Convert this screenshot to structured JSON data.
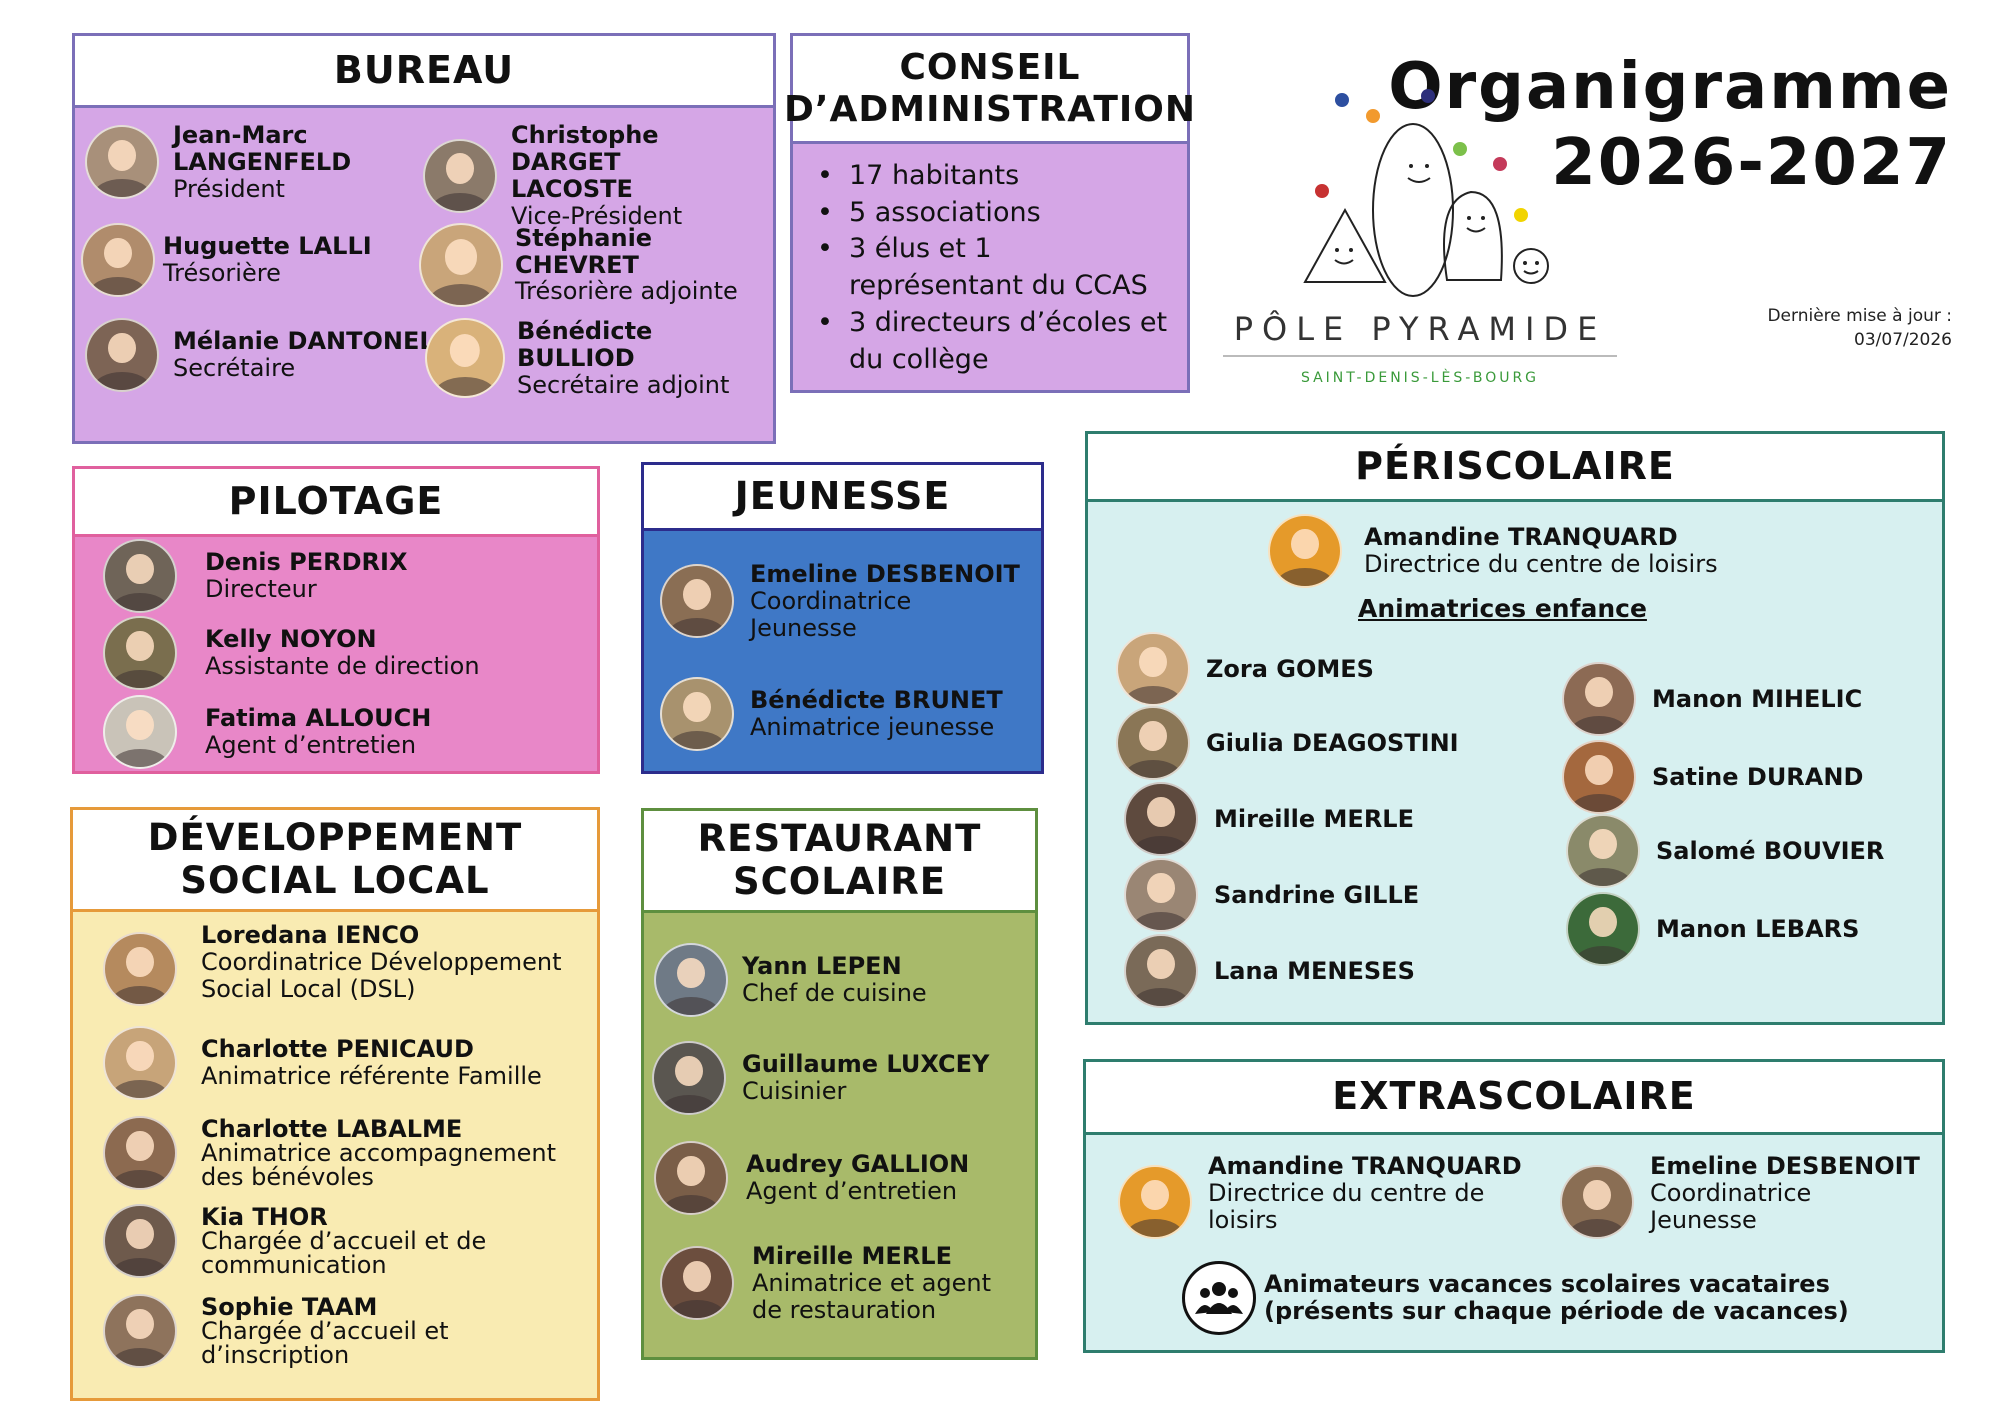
{
  "header": {
    "title_line1": "Organigramme",
    "title_line2": "2026-2027",
    "update_label": "Dernière mise à jour :",
    "update_date": "03/07/2026"
  },
  "logo": {
    "name": "PÔLE PYRAMIDE",
    "subtitle": "SAINT-DENIS-LÈS-BOURG"
  },
  "colors": {
    "bureau": "#d5a6e6",
    "bureau_border": "#7b6fb8",
    "pilotage": "#e887c8",
    "pilotage_border": "#e0609e",
    "jeunesse": "#3f78c6",
    "jeunesse_border": "#2c2c8c",
    "dsl": "#f9ebb2",
    "dsl_border": "#e69a3a",
    "restaurant": "#a8ba6a",
    "restaurant_border": "#5e8f3f",
    "periscolaire": "#d7f0f0",
    "periscolaire_border": "#2e7d6e"
  },
  "bureau": {
    "title": "BUREAU",
    "members": [
      {
        "name": "Jean-Marc\nLANGENFELD",
        "role": "Président"
      },
      {
        "name": "Christophe DARGET\nLACOSTE",
        "role": "Vice-Président"
      },
      {
        "name": "Huguette LALLI",
        "role": "Trésorière"
      },
      {
        "name": "Stéphanie CHEVRET",
        "role": "Trésorière adjointe"
      },
      {
        "name": "Mélanie DANTONEL",
        "role": "Secrétaire"
      },
      {
        "name": "Bénédicte BULLIOD",
        "role": "Secrétaire adjoint"
      }
    ]
  },
  "conseil": {
    "title_line1": "CONSEIL",
    "title_line2": "D’ADMINISTRATION",
    "items": [
      "17 habitants",
      "5 associations",
      "3 élus et 1 représentant du CCAS",
      "3 directeurs d’écoles et du collège"
    ]
  },
  "pilotage": {
    "title": "PILOTAGE",
    "members": [
      {
        "name": "Denis PERDRIX",
        "role": "Directeur"
      },
      {
        "name": "Kelly NOYON",
        "role": "Assistante de direction"
      },
      {
        "name": "Fatima ALLOUCH",
        "role": "Agent d’entretien"
      }
    ]
  },
  "jeunesse": {
    "title": "JEUNESSE",
    "members": [
      {
        "name": "Emeline DESBENOIT",
        "role": "Coordinatrice\nJeunesse"
      },
      {
        "name": "Bénédicte BRUNET",
        "role": "Animatrice jeunesse"
      }
    ]
  },
  "dsl": {
    "title_line1": "DÉVELOPPEMENT",
    "title_line2": "SOCIAL LOCAL",
    "members": [
      {
        "name": "Loredana IENCO",
        "role": "Coordinatrice Développement\nSocial Local (DSL)"
      },
      {
        "name": "Charlotte PENICAUD",
        "role": "Animatrice référente Famille"
      },
      {
        "name": "Charlotte LABALME",
        "role": "Animatrice accompagnement\ndes bénévoles"
      },
      {
        "name": "Kia THOR",
        "role": "Chargée d’accueil et de\ncommunication"
      },
      {
        "name": "Sophie TAAM",
        "role": "Chargée d’accueil et\nd’inscription"
      }
    ]
  },
  "restaurant": {
    "title_line1": "RESTAURANT",
    "title_line2": "SCOLAIRE",
    "members": [
      {
        "name": "Yann LEPEN",
        "role": "Chef de cuisine"
      },
      {
        "name": "Guillaume LUXCEY",
        "role": "Cuisinier"
      },
      {
        "name": "Audrey GALLION",
        "role": "Agent d’entretien"
      },
      {
        "name": "Mireille MERLE",
        "role": "Animatrice et agent\nde restauration"
      }
    ]
  },
  "periscolaire": {
    "title": "PÉRISCOLAIRE",
    "director": {
      "name": "Amandine TRANQUARD",
      "role": "Directrice du centre de loisirs"
    },
    "subheading": "Animatrices enfance",
    "left": [
      "Zora GOMES",
      "Giulia DEAGOSTINI",
      "Mireille MERLE",
      "Sandrine GILLE",
      "Lana MENESES"
    ],
    "right": [
      "Manon MIHELIC",
      "Satine DURAND",
      "Salomé BOUVIER",
      "Manon LEBARS"
    ]
  },
  "extrascolaire": {
    "title": "EXTRASCOLAIRE",
    "members": [
      {
        "name": "Amandine TRANQUARD",
        "role": "Directrice du centre de\nloisirs"
      },
      {
        "name": "Emeline DESBENOIT",
        "role": "Coordinatrice\nJeunesse"
      }
    ],
    "vacataires": "Animateurs vacances scolaires vacataires\n(présents sur chaque période de vacances)",
    "group_icon": "group-icon"
  }
}
